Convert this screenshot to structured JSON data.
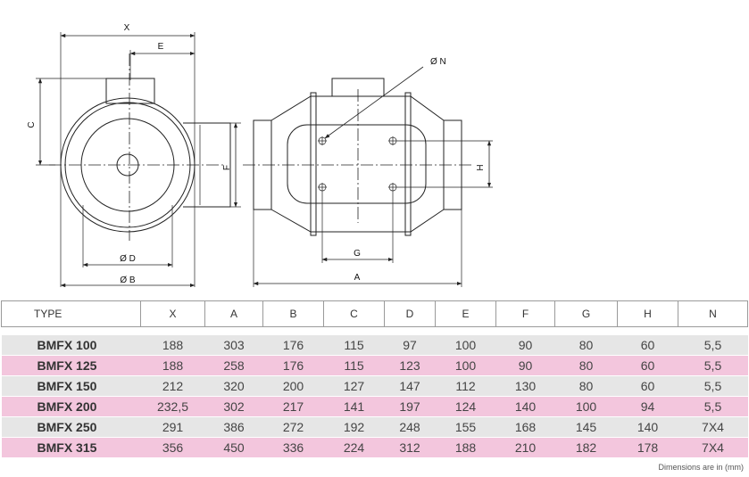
{
  "drawing": {
    "labels": {
      "X": "X",
      "E": "E",
      "C": "C",
      "F": "F",
      "D": "Ø D",
      "B": "Ø B",
      "N": "Ø N",
      "H": "H",
      "G": "G",
      "A": "A"
    }
  },
  "table": {
    "headers": [
      "TYPE",
      "X",
      "A",
      "B",
      "C",
      "D",
      "E",
      "F",
      "G",
      "H",
      "N"
    ],
    "rows": [
      [
        "BMFX 100",
        "188",
        "303",
        "176",
        "115",
        "97",
        "100",
        "90",
        "80",
        "60",
        "5,5"
      ],
      [
        "BMFX 125",
        "188",
        "258",
        "176",
        "115",
        "123",
        "100",
        "90",
        "80",
        "60",
        "5,5"
      ],
      [
        "BMFX 150",
        "212",
        "320",
        "200",
        "127",
        "147",
        "112",
        "130",
        "80",
        "60",
        "5,5"
      ],
      [
        "BMFX 200",
        "232,5",
        "302",
        "217",
        "141",
        "197",
        "124",
        "140",
        "100",
        "94",
        "5,5"
      ],
      [
        "BMFX 250",
        "291",
        "386",
        "272",
        "192",
        "248",
        "155",
        "168",
        "145",
        "140",
        "7X4"
      ],
      [
        "BMFX 315",
        "356",
        "450",
        "336",
        "224",
        "312",
        "188",
        "210",
        "182",
        "178",
        "7X4"
      ]
    ]
  },
  "footnote": "Dimensions are in (mm)",
  "colors": {
    "row_odd": "#e6e6e6",
    "row_even": "#f3c6dd"
  }
}
